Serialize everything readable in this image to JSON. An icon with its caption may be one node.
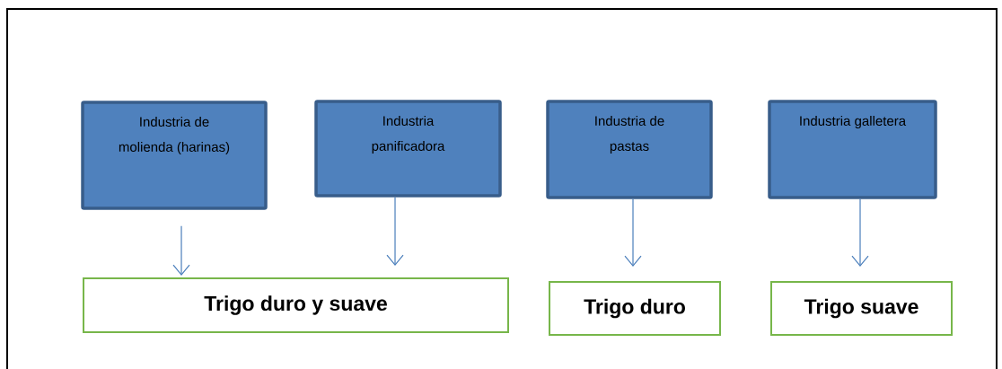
{
  "diagram": {
    "nodes": [
      {
        "text": [
          "Industria de molienda (harinas)"
        ]
      },
      {
        "text": [
          "Industria panificadora"
        ]
      },
      {
        "text": [
          "Industria de pastas"
        ]
      },
      {
        "text": [
          "Industria galletera"
        ]
      },
      {
        "text": [
          "Trigo duro y suave"
        ]
      },
      {
        "text": [
          "Trigo duro"
        ]
      },
      {
        "text": [
          "Trigo suave"
        ]
      }
    ],
    "edges": [
      {
        "from": 0,
        "to": 4,
        "arrow": "to"
      },
      {
        "from": 1,
        "to": 4,
        "arrow": "to"
      },
      {
        "from": 2,
        "to": 5,
        "arrow": "to"
      },
      {
        "from": 3,
        "to": 6,
        "arrow": "to"
      }
    ]
  }
}
